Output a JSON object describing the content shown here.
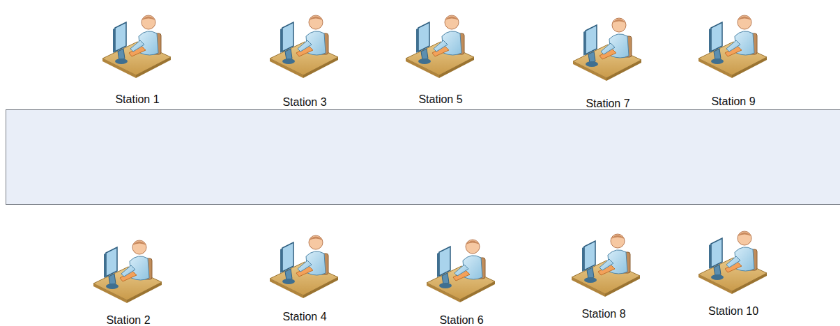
{
  "diagram": {
    "labels": [
      "Station 1",
      "Station 3",
      "Station 5",
      "Station 7",
      "Station 9",
      "Station 2",
      "Station 4",
      "Station 6",
      "Station 8",
      "Station 10"
    ]
  }
}
